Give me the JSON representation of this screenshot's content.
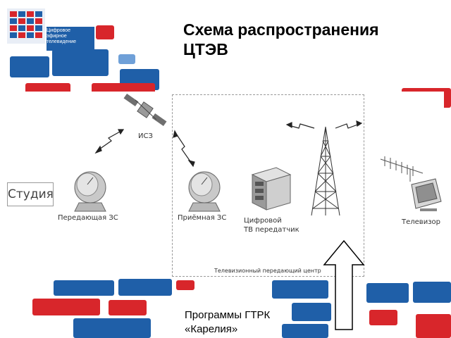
{
  "slide": {
    "title": "Схема распространения ЦТЭВ",
    "logo_text": "Цифровое\nэфирное\nтелевидение"
  },
  "diagram": {
    "studio": "Студия",
    "satellite": "ИСЗ",
    "transmit_station": "Передающая ЗС",
    "receive_station": "Приёмная ЗС",
    "digital_transmitter": "Цифровой\nТВ передатчик",
    "tv": "Телевизор",
    "center": "Телевизионный передающий центр"
  },
  "footer": {
    "programs": "Программы ГТРК «Карелия»"
  },
  "colors": {
    "brand_blue": "#1f5fa8",
    "brand_red": "#d8262b",
    "light_blue": "#6fa0d8"
  }
}
